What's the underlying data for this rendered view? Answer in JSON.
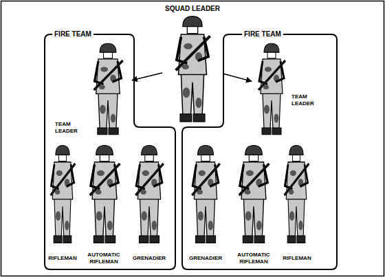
{
  "diagram": {
    "nodes": [
      {
        "text": [
          "SQUAD LEADER"
        ]
      },
      {
        "text": [
          "FIRE TEAM"
        ]
      },
      {
        "text": [
          "TEAM LEADER"
        ],
        "in": 1
      },
      {
        "text": [
          "RIFLEMAN"
        ],
        "in": 1
      },
      {
        "text": [
          "AUTOMATIC RIFLEMAN"
        ],
        "in": 1
      },
      {
        "text": [
          "GRENADIER"
        ],
        "in": 1
      },
      {
        "text": [
          "FIRE TEAM"
        ]
      },
      {
        "text": [
          "TEAM LEADER"
        ],
        "in": 6
      },
      {
        "text": [
          "GRENADIER"
        ],
        "in": 6
      },
      {
        "text": [
          "AUTOMATIC RIFLEMAN"
        ],
        "in": 6
      },
      {
        "text": [
          "RIFLEMAN"
        ],
        "in": 6
      }
    ],
    "edges": [
      {
        "from": 0,
        "to": 2,
        "arrow": "to"
      },
      {
        "from": 0,
        "to": 7,
        "arrow": "to"
      }
    ]
  }
}
